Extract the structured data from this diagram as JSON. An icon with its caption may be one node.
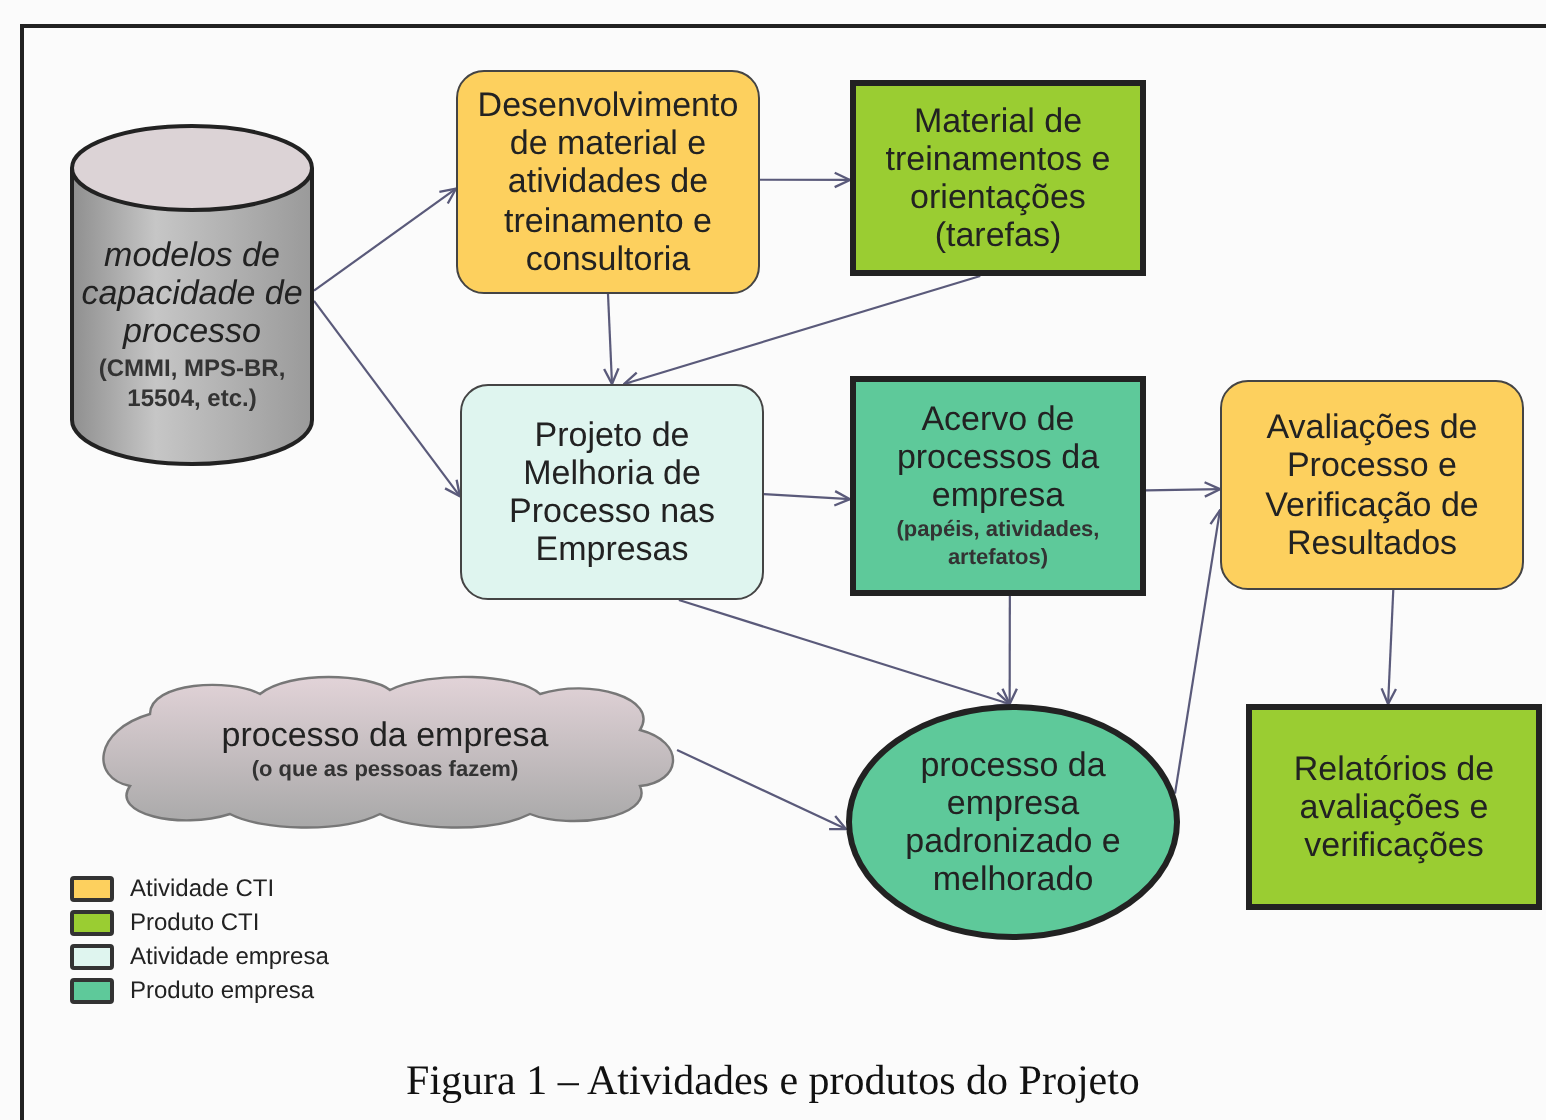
{
  "diagram": {
    "caption": "Figura 1 – Atividades e produtos do Projeto",
    "nodes": [
      {
        "text": [
          "modelos de capacidade de processo",
          "(CMMI, MPS-BR, 15504, etc.)"
        ]
      },
      {
        "text": [
          "Desenvolvimento de material e atividades de treinamento e consultoria"
        ]
      },
      {
        "text": [
          "Material de treinamentos e orientações (tarefas)"
        ]
      },
      {
        "text": [
          "Projeto de Melhoria de Processo nas Empresas"
        ]
      },
      {
        "text": [
          "Acervo de processos da empresa",
          "(papéis, atividades, artefatos)"
        ]
      },
      {
        "text": [
          "Avaliações de Processo e Verificação de Resultados"
        ]
      },
      {
        "text": [
          "processo da empresa",
          "(o que as pessoas fazem)"
        ]
      },
      {
        "text": [
          "processo da empresa padronizado e melhorado"
        ]
      },
      {
        "text": [
          "Relatórios de avaliações e verificações"
        ]
      }
    ],
    "edges": [
      {
        "from": 0,
        "to": 1,
        "arrow": "to"
      },
      {
        "from": 0,
        "to": 3,
        "arrow": "to"
      },
      {
        "from": 1,
        "to": 2,
        "arrow": "to"
      },
      {
        "from": 1,
        "to": 3,
        "arrow": "to"
      },
      {
        "from": 2,
        "to": 3,
        "arrow": "to"
      },
      {
        "from": 3,
        "to": 4,
        "arrow": "to"
      },
      {
        "from": 4,
        "to": 5,
        "arrow": "to"
      },
      {
        "from": 3,
        "to": 7,
        "arrow": "to"
      },
      {
        "from": 4,
        "to": 7,
        "arrow": "to"
      },
      {
        "from": 7,
        "to": 5,
        "arrow": "to"
      },
      {
        "from": 5,
        "to": 8,
        "arrow": "to"
      },
      {
        "from": 6,
        "to": 7,
        "arrow": "to"
      }
    ],
    "legend": [
      {
        "text": "Atividade CTI",
        "color": "#fdd05e"
      },
      {
        "text": "Produto CTI",
        "color": "#9acd32"
      },
      {
        "text": "Atividade empresa",
        "color": "#dff5ef"
      },
      {
        "text": "Produto empresa",
        "color": "#5ec99a"
      }
    ]
  }
}
